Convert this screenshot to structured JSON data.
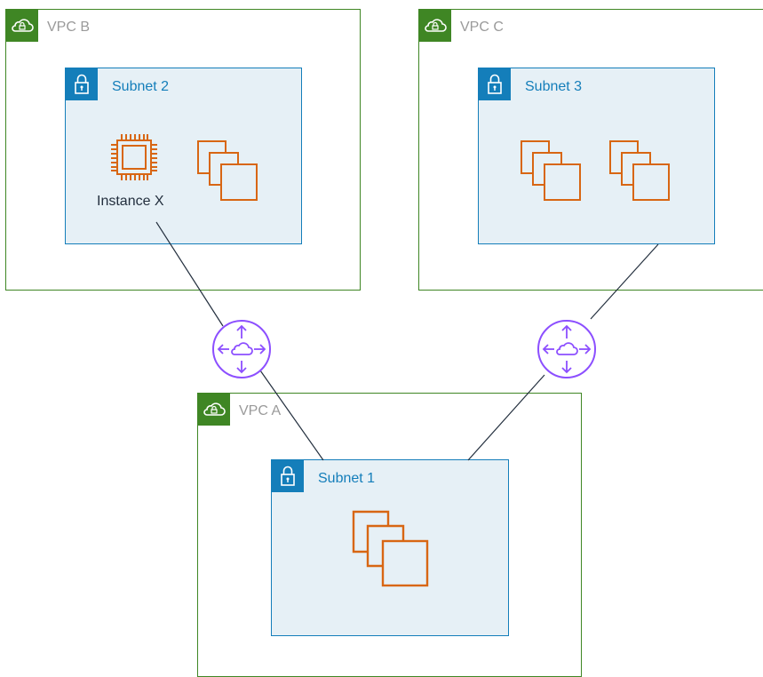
{
  "vpcs": {
    "a": {
      "label": "VPC A"
    },
    "b": {
      "label": "VPC B"
    },
    "c": {
      "label": "VPC C"
    }
  },
  "subnets": {
    "s1": {
      "label": "Subnet 1"
    },
    "s2": {
      "label": "Subnet 2"
    },
    "s3": {
      "label": "Subnet 3"
    }
  },
  "instance": {
    "label": "Instance X"
  },
  "colors": {
    "vpc_border": "#3f8624",
    "subnet_border": "#147eba",
    "subnet_fill": "#e6f0f6",
    "resource_orange": "#d86613",
    "peering_purple": "#8c4fff",
    "connector": "#232f3e"
  },
  "icons": {
    "vpc": "cloud-lock-icon",
    "subnet": "padlock-icon",
    "instance": "ec2-chip-icon",
    "group": "instances-stack-icon",
    "peering": "peering-connection-icon"
  }
}
